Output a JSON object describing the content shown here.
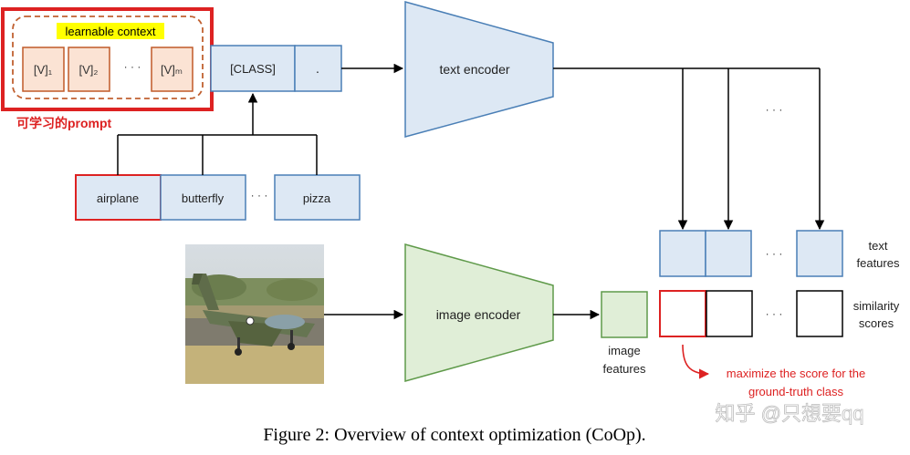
{
  "prompt": {
    "header": "learnable context",
    "tokens": [
      "[V]₁",
      "[V]₂",
      "· · ·",
      "[V]ₘ"
    ],
    "class_token": "[CLASS]",
    "period_token": ".",
    "annotation": "可学习的prompt"
  },
  "classes": [
    "airplane",
    "butterfly",
    "· · ·",
    "pizza"
  ],
  "encoders": {
    "text": "text encoder",
    "image": "image encoder"
  },
  "features": {
    "ellipsis": "· · ·",
    "text_label": [
      "text",
      "features"
    ],
    "similarity_label": [
      "similarity",
      "scores"
    ],
    "image_label": [
      "image",
      "features"
    ]
  },
  "note": [
    "maximize the score for the",
    "ground-truth class"
  ],
  "watermark": "知乎 @只想要qq",
  "caption": "Figure 2: Overview of context optimization (CoOp).",
  "colors": {
    "highlight_red": "#dd2222",
    "token_fill": "#fbe3d4",
    "token_stroke": "#c05a28",
    "blue_fill": "#dde8f4",
    "blue_stroke": "#4a7fb6",
    "green_fill": "#e0eed7",
    "green_stroke": "#5f9a4a",
    "header_highlight": "#ffff00"
  }
}
